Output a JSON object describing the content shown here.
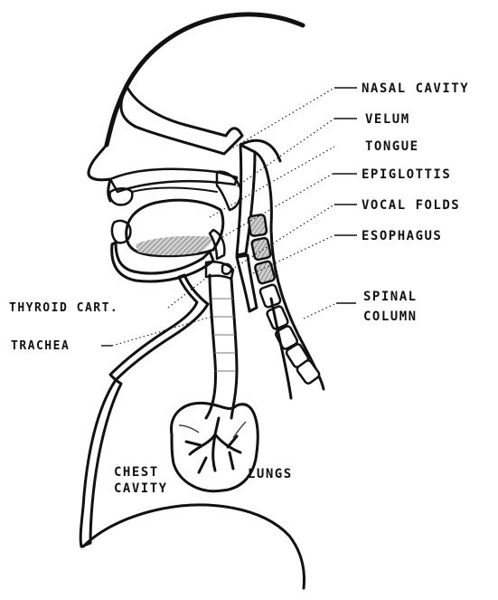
{
  "labels": {
    "nasal_cavity": "NASAL CAVITY",
    "velum": "VELUM",
    "tongue": "TONGUE",
    "epiglottis": "EPIGLOTTIS",
    "vocal_folds": "VOCAL FOLDS",
    "esophagus": "ESOPHAGUS",
    "spinal_column_line1": "SPINAL",
    "spinal_column_line2": "COLUMN",
    "thyroid_cartilage": "THYROID CART.",
    "trachea": "TRACHEA",
    "chest_cavity_line1": "CHEST",
    "chest_cavity_line2": "CAVITY",
    "lungs": "LUNGS"
  },
  "colors": {
    "ink": "#111111",
    "hatch": "#8a8a8a",
    "background": "#ffffff"
  }
}
